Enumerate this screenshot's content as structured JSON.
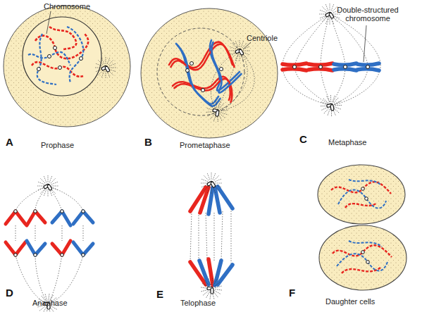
{
  "diagram": {
    "labels": [
      "Chromosome",
      "Centriole",
      "Double-structured chromosome",
      "A",
      "Prophase",
      "B",
      "Prometaphase",
      "C",
      "Metaphase",
      "D",
      "Anaphase",
      "E",
      "Telophase",
      "F",
      "Daughter cells"
    ]
  }
}
